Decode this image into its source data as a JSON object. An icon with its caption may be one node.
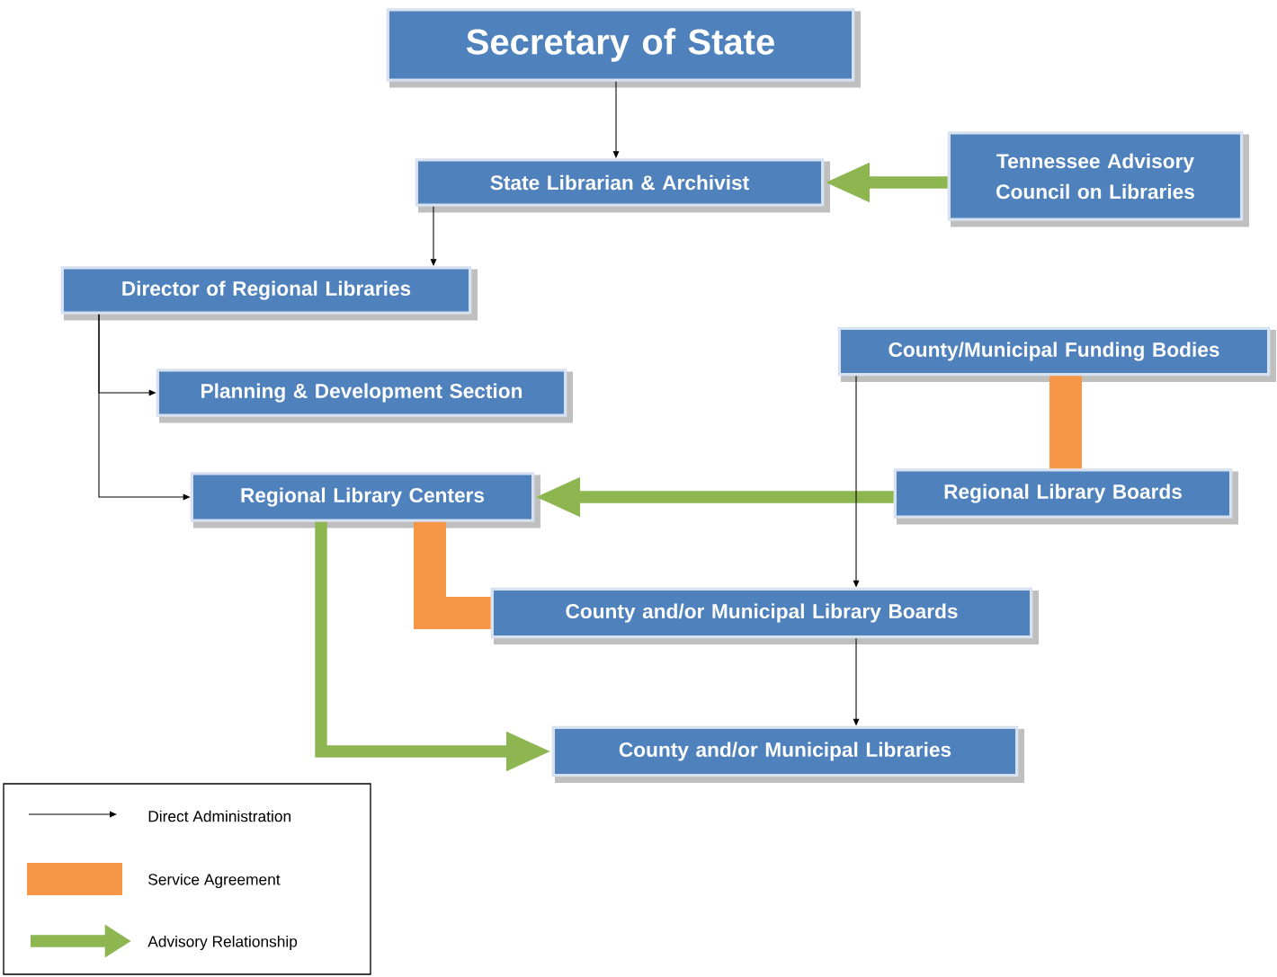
{
  "diagram": {
    "nodes": [
      {
        "text": [
          "Secretary of State"
        ]
      },
      {
        "text": [
          "State Librarian & Archivist"
        ]
      },
      {
        "text": [
          "Tennessee Advisory Council on Libraries"
        ]
      },
      {
        "text": [
          "Director of Regional Libraries"
        ]
      },
      {
        "text": [
          "Planning & Development Section"
        ]
      },
      {
        "text": [
          "Regional Library Centers"
        ]
      },
      {
        "text": [
          "County/Municipal Funding Bodies"
        ]
      },
      {
        "text": [
          "Regional Library Boards"
        ]
      },
      {
        "text": [
          "County and/or Municipal Library Boards"
        ]
      },
      {
        "text": [
          "County and/or Municipal Libraries"
        ]
      }
    ],
    "edges": [
      {
        "from": 0,
        "to": 1,
        "arrow": "to"
      },
      {
        "from": 2,
        "to": 1,
        "arrow": "to",
        "style": "thick",
        "color": "#8db550"
      },
      {
        "from": 1,
        "to": 3,
        "arrow": "to"
      },
      {
        "from": 3,
        "to": 4,
        "arrow": "to"
      },
      {
        "from": 3,
        "to": 5,
        "arrow": "to"
      },
      {
        "from": 6,
        "to": 7,
        "arrow": "none",
        "style": "thick",
        "color": "#f79646"
      },
      {
        "from": 7,
        "to": 5,
        "arrow": "to",
        "style": "thick",
        "color": "#8db550"
      },
      {
        "from": 6,
        "to": 8,
        "arrow": "to"
      },
      {
        "from": 5,
        "to": 8,
        "arrow": "none",
        "style": "thick",
        "color": "#f79646"
      },
      {
        "from": 5,
        "to": 9,
        "arrow": "to",
        "style": "thick",
        "color": "#8db550"
      },
      {
        "from": 8,
        "to": 9,
        "arrow": "to"
      }
    ],
    "legend": [
      {
        "text": "Direct Administration"
      },
      {
        "text": "Service Agreement"
      },
      {
        "text": "Advisory Relationship"
      }
    ]
  }
}
